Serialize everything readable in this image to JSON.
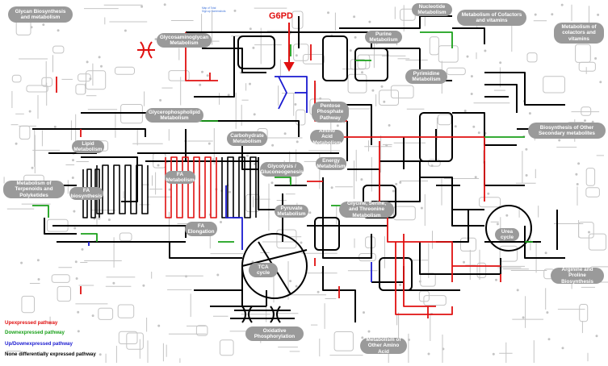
{
  "annotation": {
    "gene_label": "G6PD"
  },
  "kegg_header": {
    "line1": "Map of Total",
    "line2": "Sign up Screenshots"
  },
  "pathway_labels": [
    {
      "id": "glycan",
      "text": "Glycan Biosynthesis and metabolism"
    },
    {
      "id": "glycosaminoglycan",
      "text": "Glycosaminoglycan Metabolism"
    },
    {
      "id": "nucleotide",
      "text": "Nucleotide Metabolism"
    },
    {
      "id": "cofactors",
      "text": "Metabolism of Cofactors and vitamins"
    },
    {
      "id": "colactors",
      "text": "Metabolism of colactors and vitamins"
    },
    {
      "id": "purine",
      "text": "Purine Metabolism"
    },
    {
      "id": "pyrimidine",
      "text": "Pyrimidine Metabolism"
    },
    {
      "id": "pentose",
      "text": "Pentose Phosphate Pathway"
    },
    {
      "id": "glycerophospholipid",
      "text": "Glycerophospholipid Metabolism"
    },
    {
      "id": "amino_acid",
      "text": "Amino Acid Metabolism"
    },
    {
      "id": "carbohydrate",
      "text": "Carbohydrate Metabolism"
    },
    {
      "id": "secondary",
      "text": "Biosynthesis of Other Secondary metabolites"
    },
    {
      "id": "lipid",
      "text": "Lipid Metabolism"
    },
    {
      "id": "energy",
      "text": "Energy Metabolism"
    },
    {
      "id": "glycolysis",
      "text": "Glycolysis / Gluconeogenesis"
    },
    {
      "id": "fa_metabolism",
      "text": "FA Metabolism"
    },
    {
      "id": "terpenoids",
      "text": "Metabolism of Terpenoids and Polyketides"
    },
    {
      "id": "fa_biosynthesis",
      "text": "FA biosynthesis"
    },
    {
      "id": "glycine",
      "text": "Glycine, Serine, and Threonine Metabolism"
    },
    {
      "id": "pyruvate",
      "text": "Pyruvate Metabolism"
    },
    {
      "id": "urea",
      "text": "Urea cycle"
    },
    {
      "id": "fa_elongation",
      "text": "FA Elongation"
    },
    {
      "id": "tca",
      "text": "TCA cycle"
    },
    {
      "id": "arginine",
      "text": "Arginine and Proline Biosynthesis"
    },
    {
      "id": "oxphos",
      "text": "Oxidative Phosphorylation"
    },
    {
      "id": "other_amino",
      "text": "Metabolism of Other Amino Acid"
    }
  ],
  "legend": [
    {
      "text": "Upexpressed pathway",
      "color": "#e01010"
    },
    {
      "text": "Downexpressed pathway",
      "color": "#1aa01a"
    },
    {
      "text": "Up/Downexpressed pathway",
      "color": "#1a1ad0"
    },
    {
      "text": "None differentially expressed pathway",
      "color": "#000000"
    }
  ],
  "colors": {
    "background": "#ffffff",
    "label_fill": "#9a9a9a",
    "label_text": "#ffffff",
    "faint_network": "#c4c4c4",
    "neutral": "#000000",
    "up": "#e01010",
    "down": "#1aa01a",
    "updown": "#1a1ad0"
  }
}
